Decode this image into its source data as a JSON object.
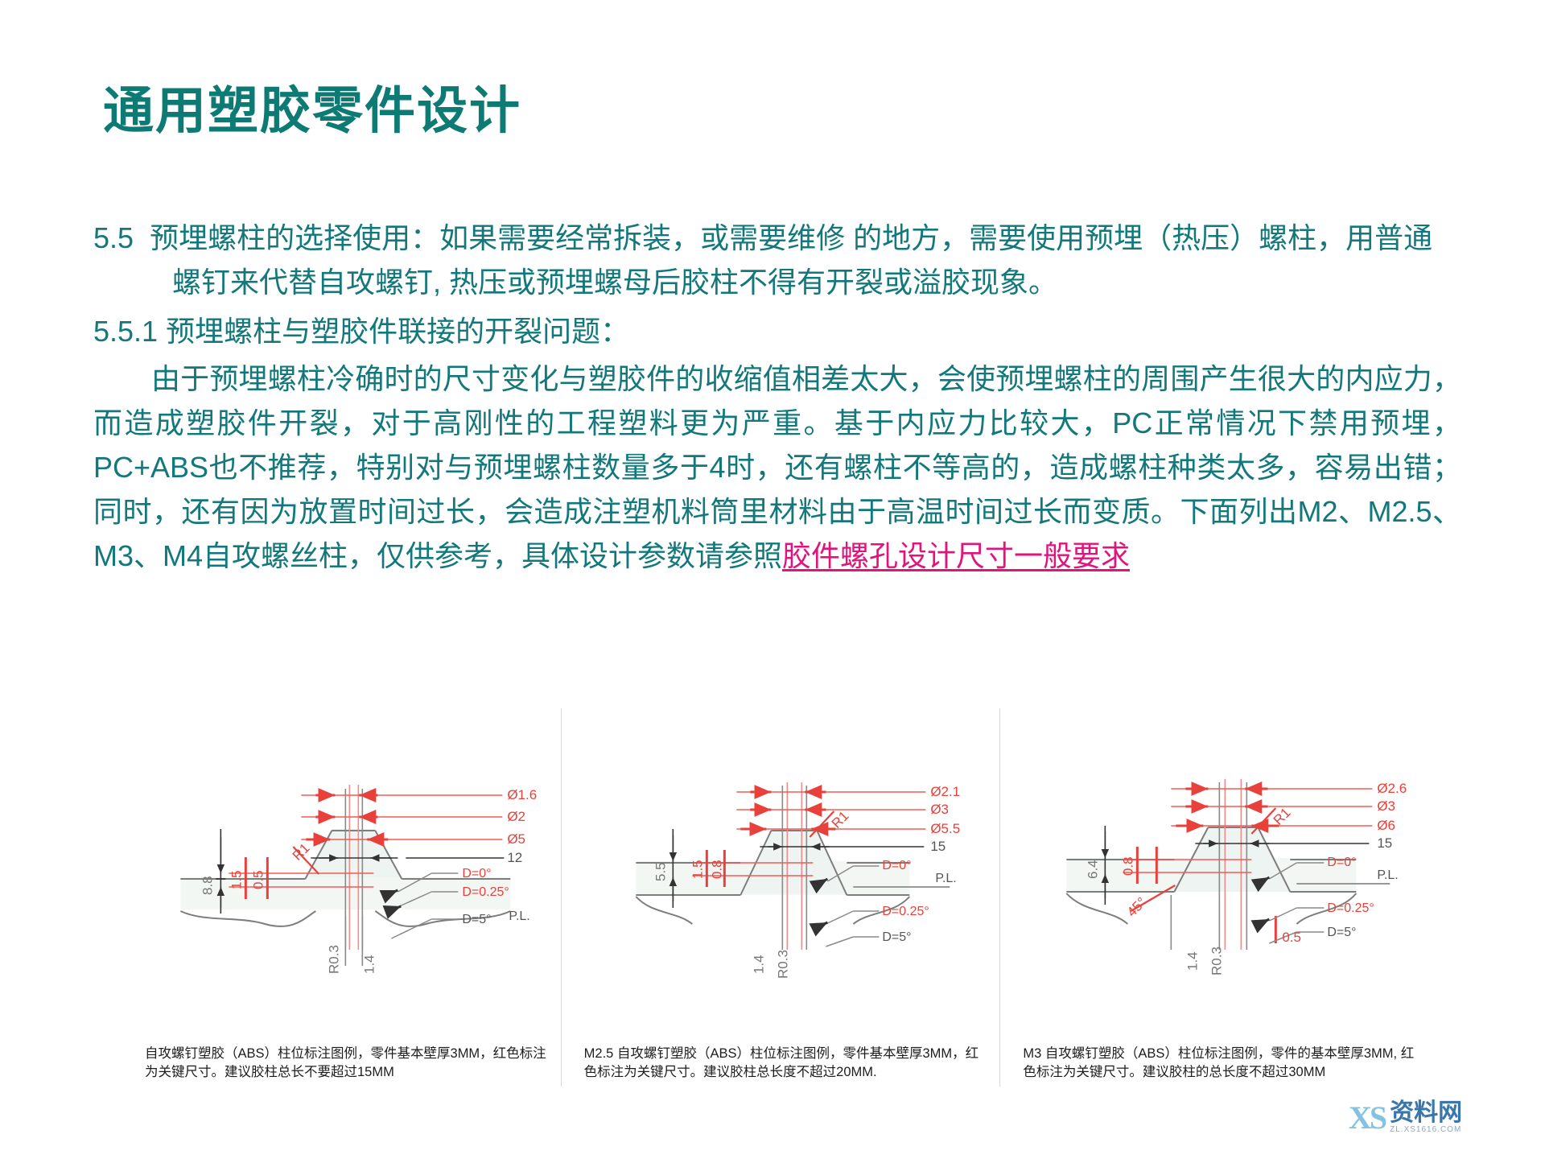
{
  "slide": {
    "title": "通用塑胶零件设计",
    "title_color": "#0d7b73",
    "body_color": "#12787b",
    "link_color": "#e2147c"
  },
  "content": {
    "section_55": {
      "number": "5.5",
      "text": "预埋螺柱的选择使用：如果需要经常拆装，或需要维修 的地方，需要使用预埋（热压）螺柱，用普通螺钉来代替自攻螺钉, 热压或预埋螺母后胶柱不得有开裂或溢胶现象。"
    },
    "section_551": {
      "number": "5.5.1",
      "text": "预埋螺柱与塑胶件联接的开裂问题："
    },
    "main_paragraph": {
      "before_link": "由于预埋螺柱冷确时的尺寸变化与塑胶件的收缩值相差太大，会使预埋螺柱的周围产生很大的内应力，而造成塑胶件开裂，对于高刚性的工程塑料更为严重。基于内应力比较大，PC正常情况下禁用预埋，PC+ABS也不推荐，特别对与预埋螺柱数量多于4时，还有螺柱不等高的，造成螺柱种类太多，容易出错；同时，还有因为放置时间过长，会造成注塑机料筒里材料由于高温时间过长而变质。下面列出M2、M2.5、M3、M4自攻螺丝柱，仅供参考，具体设计参数请参照",
      "link_text": "胶件螺孔设计尺寸一般要求"
    }
  },
  "figures": [
    {
      "id": "m2-boss",
      "caption": "自攻螺钉塑胶（ABS）柱位标注图例，零件基本壁厚3MM，红色标注为关键尺寸。建议胶柱总长不要超过15MM",
      "dimensions": {
        "diameters": [
          "Ø1.6",
          "Ø2",
          "Ø5"
        ],
        "depth": "12",
        "heights": [
          "8.8",
          "1.5",
          "0.5"
        ],
        "radii": [
          "R1",
          "R0.3"
        ],
        "wall": "1.4",
        "drafts": [
          "D=0°",
          "D=0.25°",
          "D=5°"
        ],
        "parting_line": "P.L."
      }
    },
    {
      "id": "m25-boss",
      "caption": "M2.5 自攻螺钉塑胶（ABS）柱位标注图例，零件基本壁厚3MM，红色标注为关键尺寸。建议胶柱总长度不超过20MM.",
      "dimensions": {
        "diameters": [
          "Ø2.1",
          "Ø3",
          "Ø5.5"
        ],
        "depth": "15",
        "heights": [
          "5.5",
          "1.5",
          "0.8"
        ],
        "radii": [
          "R1",
          "R0.3"
        ],
        "wall": "1.4",
        "drafts": [
          "D=0°",
          "D=0.25°",
          "D=5°"
        ],
        "parting_line": "P.L."
      }
    },
    {
      "id": "m3-boss",
      "caption": "M3 自攻螺钉塑胶（ABS）柱位标注图例，零件的基本壁厚3MM, 红色标注为关键尺寸。建议胶柱的总长度不超过30MM",
      "dimensions": {
        "diameters": [
          "Ø2.6",
          "Ø3",
          "Ø6"
        ],
        "depth": "15",
        "heights": [
          "6.4",
          "0.8"
        ],
        "radii": [
          "R1",
          "R0.3"
        ],
        "wall": "1.4",
        "chamfer": "0.5",
        "angle": "45°",
        "drafts": [
          "D=0°",
          "D=0.25°",
          "D=5°"
        ],
        "parting_line": "P.L."
      }
    }
  ],
  "watermark": {
    "mark": "XS",
    "main": "资料网",
    "sub": "ZL.XS1616.COM"
  }
}
